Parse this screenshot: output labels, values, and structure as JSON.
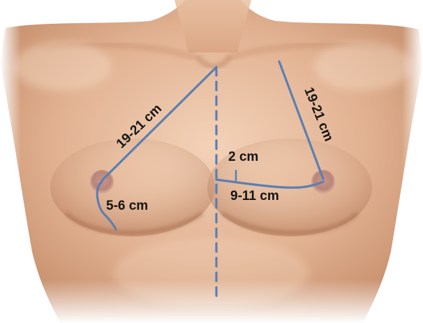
{
  "measurements": {
    "sternal_notch_to_nipple_right": "19-21 cm",
    "sternal_notch_to_nipple_left": "19-21 cm",
    "nipple_to_inframammary_fold": "5-6 cm",
    "midline_offset": "2 cm",
    "midline_to_nipple": "9-11 cm"
  },
  "colors": {
    "measure_line": "#5b7fb2",
    "label_text": "#151515",
    "skin_light": "#f2cfb3",
    "skin_mid": "#dba887",
    "skin_shadow": "#b47c5b",
    "background": "#ffffff"
  }
}
